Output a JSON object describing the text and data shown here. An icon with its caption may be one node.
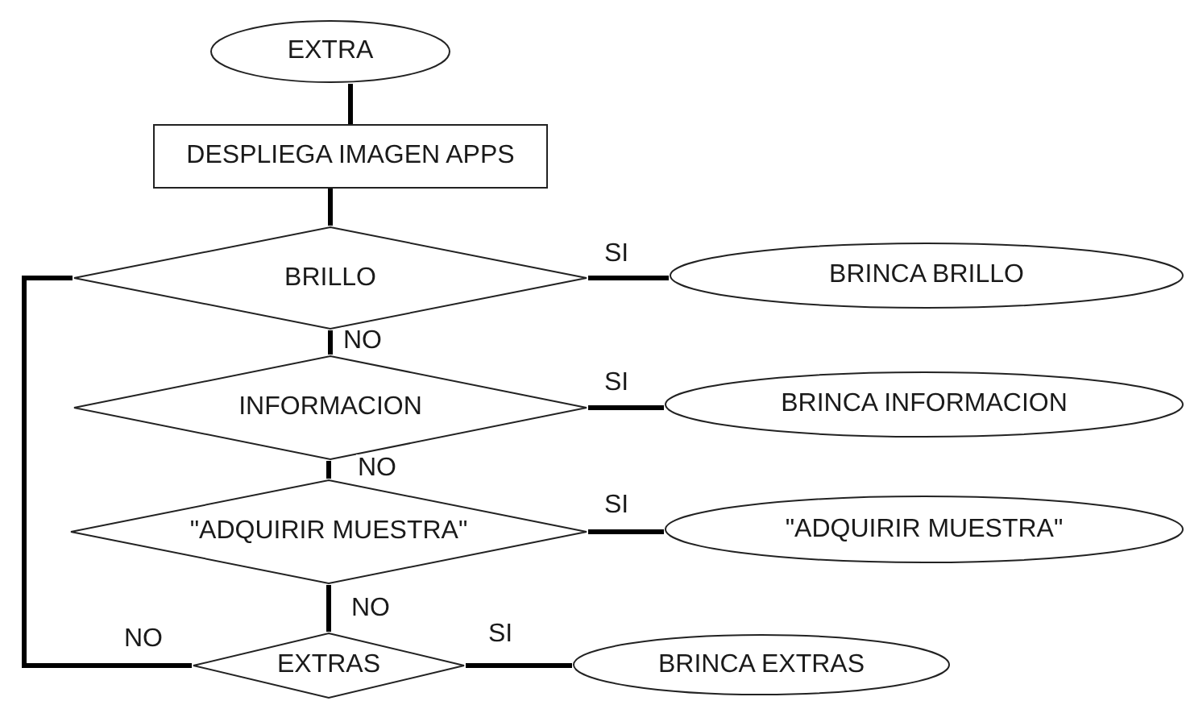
{
  "diagram": {
    "nodes": [
      {
        "text": [
          "EXTRA"
        ]
      },
      {
        "text": [
          "DESPLIEGA IMAGEN APPS"
        ]
      },
      {
        "text": [
          "BRILLO"
        ]
      },
      {
        "text": [
          "BRINCA BRILLO"
        ]
      },
      {
        "text": [
          "INFORMACION"
        ]
      },
      {
        "text": [
          "BRINCA INFORMACION"
        ]
      },
      {
        "text": [
          "\"ADQUIRIR MUESTRA\""
        ]
      },
      {
        "text": [
          "\"ADQUIRIR MUESTRA\""
        ]
      },
      {
        "text": [
          "EXTRAS"
        ]
      },
      {
        "text": [
          "BRINCA EXTRAS"
        ]
      }
    ],
    "edges": [
      {
        "from": 0,
        "to": 1,
        "arrow": "none"
      },
      {
        "from": 1,
        "to": 2,
        "arrow": "none"
      },
      {
        "from": 2,
        "to": 3,
        "arrow": "none",
        "label": "SI"
      },
      {
        "from": 2,
        "to": 4,
        "arrow": "none",
        "label": "NO"
      },
      {
        "from": 4,
        "to": 5,
        "arrow": "none",
        "label": "SI"
      },
      {
        "from": 4,
        "to": 6,
        "arrow": "none",
        "label": "NO"
      },
      {
        "from": 6,
        "to": 7,
        "arrow": "none",
        "label": "SI"
      },
      {
        "from": 6,
        "to": 8,
        "arrow": "none",
        "label": "NO"
      },
      {
        "from": 8,
        "to": 9,
        "arrow": "none",
        "label": "SI"
      },
      {
        "from": 8,
        "to": 2,
        "arrow": "none",
        "label": "NO"
      }
    ]
  }
}
